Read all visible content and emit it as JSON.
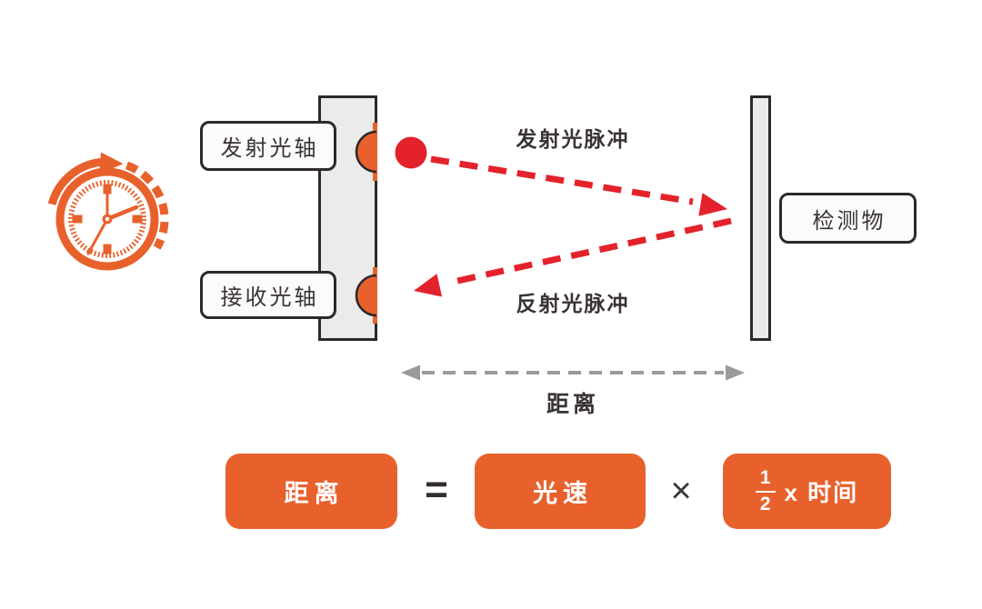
{
  "colors": {
    "accent_orange": "#E8612C",
    "pulse_red": "#E4222B",
    "panel_fill": "#ECEBEB",
    "outline_dark": "#2E282B",
    "label_fill": "#FCFBFB",
    "text_dark": "#3A3335",
    "distance_arrow_gray": "#9A9A9A",
    "formula_text_white": "#FFFFFF"
  },
  "icons": {
    "clock": "stopwatch-timer-icon",
    "emitter_lens": "lens-dome-icon",
    "receiver_lens": "lens-dome-icon",
    "pulse_dot": "light-pulse-dot-icon"
  },
  "diagram": {
    "emitter_axis_label": "发射光轴",
    "receiver_axis_label": "接收光轴",
    "target_label": "检测物",
    "emitted_pulse_label": "发射光脉冲",
    "reflected_pulse_label": "反射光脉冲",
    "distance_label": "距离"
  },
  "formula": {
    "distance": "距离",
    "equals_sign": "=",
    "light_speed": "光速",
    "times_sign": "×",
    "fraction_numerator": "1",
    "fraction_denominator": "2",
    "time_term": "x 时间"
  }
}
